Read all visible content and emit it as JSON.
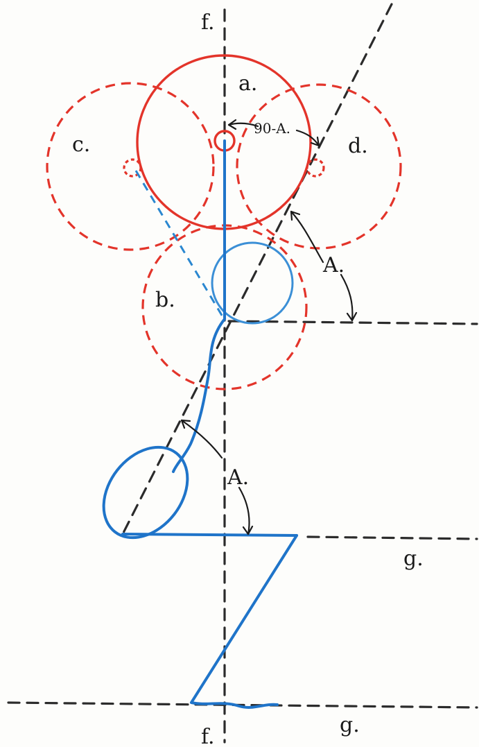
{
  "labels": {
    "circle_a": "a.",
    "circle_b": "b.",
    "circle_c": "c.",
    "circle_d": "d.",
    "axis_f_top": "f.",
    "axis_f_bottom": "f.",
    "axis_g_upper": "g.",
    "axis_g_lower": "g.",
    "angle_complement": "90-A.",
    "angle_top": "A.",
    "angle_bottom": "A."
  },
  "colors": {
    "solid_circle": "#e3342a",
    "dashed_circles": "#e3342a",
    "figure": "#1f74c9",
    "guides": "#2b2b2b"
  }
}
